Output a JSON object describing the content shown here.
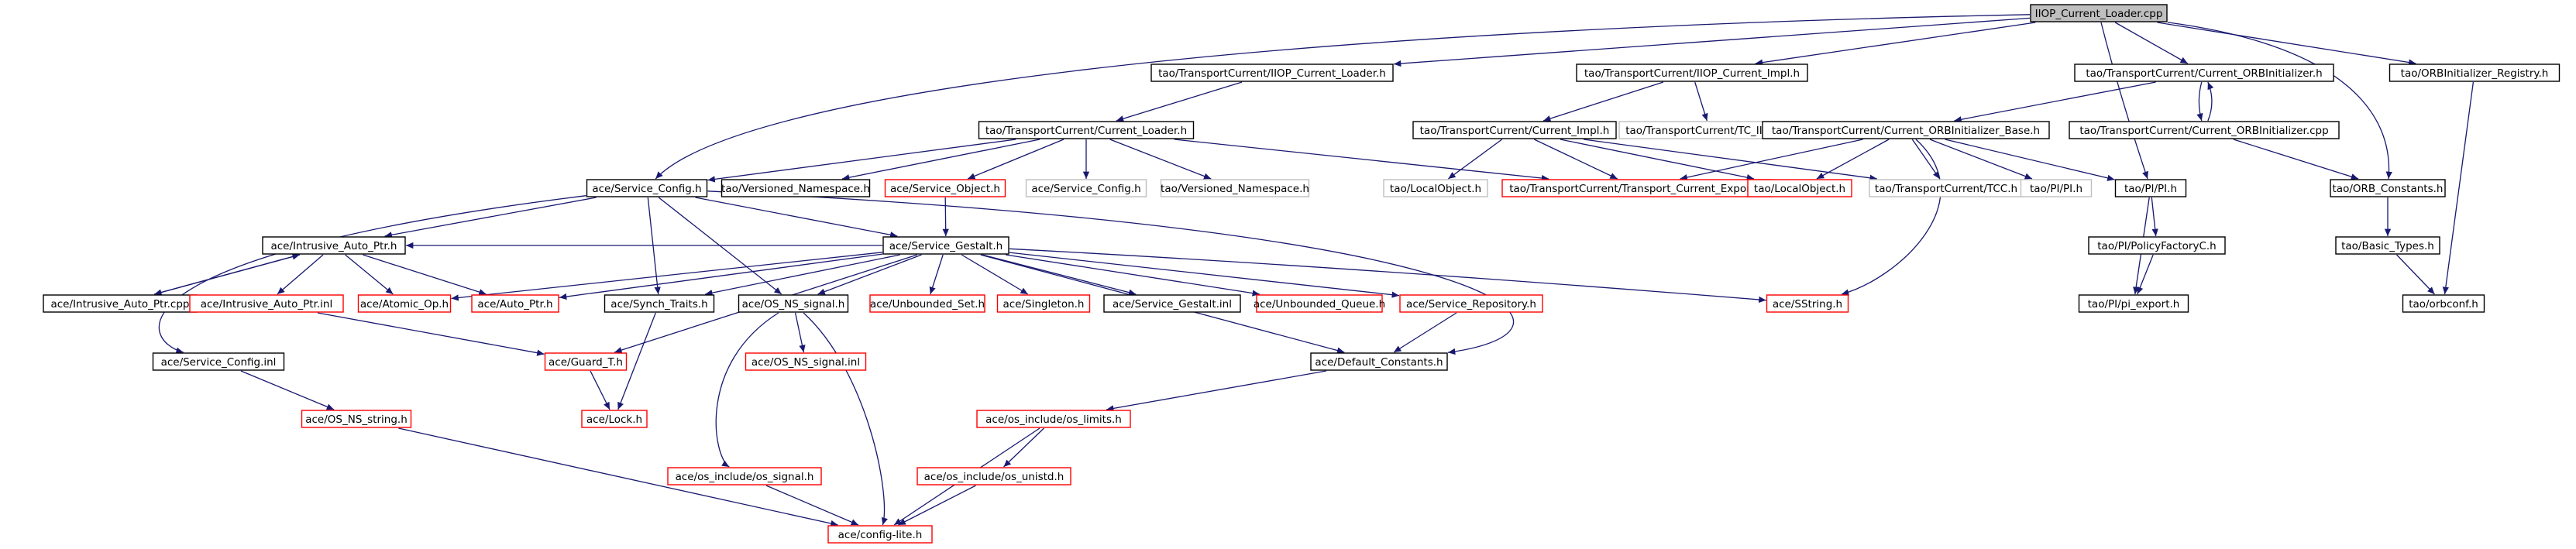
{
  "colors": {
    "edge": "#191970",
    "root_fill": "#bfbfbf",
    "root_border": "#000000",
    "documented_border": "#000000",
    "undocumented_border": "#ff0000",
    "external_border": "#bfbfbf",
    "label": "#000000"
  },
  "nodes": [
    {
      "id": "root",
      "label": "IIOP_Current_Loader.cpp",
      "style": "root"
    },
    {
      "id": "tc_iiop_loader_h",
      "label": "tao/TransportCurrent/IIOP_Current_Loader.h",
      "style": "documented"
    },
    {
      "id": "tc_iiop_impl_h",
      "label": "tao/TransportCurrent/IIOP_Current_Impl.h",
      "style": "documented"
    },
    {
      "id": "tc_orbinit_h",
      "label": "tao/TransportCurrent/Current_ORBInitializer.h",
      "style": "documented"
    },
    {
      "id": "orbinit_registry_h",
      "label": "tao/ORBInitializer_Registry.h",
      "style": "documented"
    },
    {
      "id": "tc_current_loader_h",
      "label": "tao/TransportCurrent/Current_Loader.h",
      "style": "documented"
    },
    {
      "id": "tc_current_impl_h",
      "label": "tao/TransportCurrent/Current_Impl.h",
      "style": "documented"
    },
    {
      "id": "tc_iiopc_h",
      "label": "tao/TransportCurrent/TC_IIOPC.h",
      "style": "external"
    },
    {
      "id": "tc_orbinit_base_h",
      "label": "tao/TransportCurrent/Current_ORBInitializer_Base.h",
      "style": "documented"
    },
    {
      "id": "tc_orbinit_cpp",
      "label": "tao/TransportCurrent/Current_ORBInitializer.cpp",
      "style": "documented"
    },
    {
      "id": "service_config_h",
      "label": "ace/Service_Config.h",
      "style": "documented"
    },
    {
      "id": "tao_versioned_ns_h",
      "label": "tao/Versioned_Namespace.h",
      "style": "documented"
    },
    {
      "id": "service_object_h",
      "label": "ace/Service_Object.h",
      "style": "undocumented"
    },
    {
      "id": "service_config_h2",
      "label": "ace/Service_Config.h",
      "style": "external"
    },
    {
      "id": "tao_versioned_ns_h2",
      "label": "tao/Versioned_Namespace.h",
      "style": "external"
    },
    {
      "id": "tao_localobject_h",
      "label": "tao/LocalObject.h",
      "style": "external"
    },
    {
      "id": "tc_transport_export_h",
      "label": "tao/TransportCurrent/Transport_Current_Export.h",
      "style": "undocumented"
    },
    {
      "id": "localobject_h",
      "label": "tao/LocalObject.h",
      "style": "undocumented"
    },
    {
      "id": "tc_tcc_h",
      "label": "tao/TransportCurrent/TCC.h",
      "style": "external"
    },
    {
      "id": "pi_pi_h_ext",
      "label": "tao/PI/PI.h",
      "style": "external"
    },
    {
      "id": "pi_pi_h",
      "label": "tao/PI/PI.h",
      "style": "documented"
    },
    {
      "id": "orb_constants_h",
      "label": "tao/ORB_Constants.h",
      "style": "documented"
    },
    {
      "id": "intrusive_auto_ptr_h",
      "label": "ace/Intrusive_Auto_Ptr.h",
      "style": "documented"
    },
    {
      "id": "service_gestalt_h",
      "label": "ace/Service_Gestalt.h",
      "style": "documented"
    },
    {
      "id": "pi_policyfactoryc_h",
      "label": "tao/PI/PolicyFactoryC.h",
      "style": "documented"
    },
    {
      "id": "basic_types_h",
      "label": "tao/Basic_Types.h",
      "style": "documented"
    },
    {
      "id": "intrusive_auto_ptr_cpp",
      "label": "ace/Intrusive_Auto_Ptr.cpp",
      "style": "documented"
    },
    {
      "id": "intrusive_auto_ptr_inl",
      "label": "ace/Intrusive_Auto_Ptr.inl",
      "style": "undocumented"
    },
    {
      "id": "atomic_op_h",
      "label": "ace/Atomic_Op.h",
      "style": "undocumented"
    },
    {
      "id": "auto_ptr_h",
      "label": "ace/Auto_Ptr.h",
      "style": "undocumented"
    },
    {
      "id": "synch_traits_h",
      "label": "ace/Synch_Traits.h",
      "style": "documented"
    },
    {
      "id": "os_ns_signal_h",
      "label": "ace/OS_NS_signal.h",
      "style": "documented"
    },
    {
      "id": "unbounded_set_h",
      "label": "ace/Unbounded_Set.h",
      "style": "undocumented"
    },
    {
      "id": "singleton_h",
      "label": "ace/Singleton.h",
      "style": "undocumented"
    },
    {
      "id": "service_gestalt_inl",
      "label": "ace/Service_Gestalt.inl",
      "style": "documented"
    },
    {
      "id": "unbounded_queue_h",
      "label": "ace/Unbounded_Queue.h",
      "style": "undocumented"
    },
    {
      "id": "service_repository_h",
      "label": "ace/Service_Repository.h",
      "style": "undocumented"
    },
    {
      "id": "sstring_h",
      "label": "ace/SString.h",
      "style": "undocumented"
    },
    {
      "id": "pi_pi_export_h",
      "label": "tao/PI/pi_export.h",
      "style": "documented"
    },
    {
      "id": "orbconf_h",
      "label": "tao/orbconf.h",
      "style": "documented"
    },
    {
      "id": "service_config_inl",
      "label": "ace/Service_Config.inl",
      "style": "documented"
    },
    {
      "id": "guard_t_h",
      "label": "ace/Guard_T.h",
      "style": "undocumented"
    },
    {
      "id": "os_ns_signal_inl",
      "label": "ace/OS_NS_signal.inl",
      "style": "undocumented"
    },
    {
      "id": "default_constants_h",
      "label": "ace/Default_Constants.h",
      "style": "documented"
    },
    {
      "id": "os_ns_string_h",
      "label": "ace/OS_NS_string.h",
      "style": "undocumented"
    },
    {
      "id": "lock_h",
      "label": "ace/Lock.h",
      "style": "undocumented"
    },
    {
      "id": "os_limits_h",
      "label": "ace/os_include/os_limits.h",
      "style": "undocumented"
    },
    {
      "id": "os_signal_h",
      "label": "ace/os_include/os_signal.h",
      "style": "undocumented"
    },
    {
      "id": "os_unistd_h",
      "label": "ace/os_include/os_unistd.h",
      "style": "undocumented"
    },
    {
      "id": "config_lite_h",
      "label": "ace/config-lite.h",
      "style": "undocumented"
    }
  ],
  "edges": [
    {
      "from": "root",
      "to": "tc_iiop_loader_h"
    },
    {
      "from": "root",
      "to": "tc_iiop_impl_h"
    },
    {
      "from": "root",
      "to": "tc_orbinit_h"
    },
    {
      "from": "root",
      "to": "orbinit_registry_h"
    },
    {
      "from": "root",
      "to": "service_config_h"
    },
    {
      "from": "root",
      "to": "pi_pi_h"
    },
    {
      "from": "root",
      "to": "orb_constants_h"
    },
    {
      "from": "tc_iiop_loader_h",
      "to": "tc_current_loader_h"
    },
    {
      "from": "tc_iiop_impl_h",
      "to": "tc_current_impl_h"
    },
    {
      "from": "tc_iiop_impl_h",
      "to": "tc_iiopc_h"
    },
    {
      "from": "tc_orbinit_h",
      "to": "tc_orbinit_base_h"
    },
    {
      "from": "tc_orbinit_h",
      "to": "tc_orbinit_cpp"
    },
    {
      "from": "tc_orbinit_cpp",
      "to": "tc_orbinit_h"
    },
    {
      "from": "tc_orbinit_cpp",
      "to": "orb_constants_h"
    },
    {
      "from": "orbinit_registry_h",
      "to": "orbconf_h"
    },
    {
      "from": "tc_current_loader_h",
      "to": "service_config_h"
    },
    {
      "from": "tc_current_loader_h",
      "to": "tao_versioned_ns_h"
    },
    {
      "from": "tc_current_loader_h",
      "to": "service_object_h"
    },
    {
      "from": "tc_current_loader_h",
      "to": "service_config_h2"
    },
    {
      "from": "tc_current_loader_h",
      "to": "tao_versioned_ns_h2"
    },
    {
      "from": "tc_current_loader_h",
      "to": "tc_transport_export_h"
    },
    {
      "from": "tc_current_impl_h",
      "to": "tao_localobject_h"
    },
    {
      "from": "tc_current_impl_h",
      "to": "localobject_h"
    },
    {
      "from": "tc_current_impl_h",
      "to": "tc_transport_export_h"
    },
    {
      "from": "tc_current_impl_h",
      "to": "tc_tcc_h"
    },
    {
      "from": "tc_orbinit_base_h",
      "to": "tc_transport_export_h"
    },
    {
      "from": "tc_orbinit_base_h",
      "to": "localobject_h"
    },
    {
      "from": "tc_orbinit_base_h",
      "to": "tc_tcc_h"
    },
    {
      "from": "tc_orbinit_base_h",
      "to": "pi_pi_h_ext"
    },
    {
      "from": "tc_orbinit_base_h",
      "to": "pi_pi_h"
    },
    {
      "from": "tc_orbinit_base_h",
      "to": "sstring_h"
    },
    {
      "from": "service_object_h",
      "to": "service_gestalt_h"
    },
    {
      "from": "service_config_h",
      "to": "intrusive_auto_ptr_h"
    },
    {
      "from": "service_config_h",
      "to": "service_gestalt_h"
    },
    {
      "from": "service_config_h",
      "to": "synch_traits_h"
    },
    {
      "from": "service_config_h",
      "to": "os_ns_signal_h"
    },
    {
      "from": "service_config_h",
      "to": "service_config_inl"
    },
    {
      "from": "service_config_h",
      "to": "default_constants_h"
    },
    {
      "from": "pi_pi_h",
      "to": "pi_policyfactoryc_h"
    },
    {
      "from": "pi_pi_h",
      "to": "pi_pi_export_h"
    },
    {
      "from": "pi_policyfactoryc_h",
      "to": "pi_pi_export_h"
    },
    {
      "from": "orb_constants_h",
      "to": "basic_types_h"
    },
    {
      "from": "basic_types_h",
      "to": "orbconf_h"
    },
    {
      "from": "intrusive_auto_ptr_h",
      "to": "intrusive_auto_ptr_cpp"
    },
    {
      "from": "intrusive_auto_ptr_cpp",
      "to": "intrusive_auto_ptr_h"
    },
    {
      "from": "intrusive_auto_ptr_h",
      "to": "intrusive_auto_ptr_inl"
    },
    {
      "from": "intrusive_auto_ptr_h",
      "to": "atomic_op_h"
    },
    {
      "from": "intrusive_auto_ptr_h",
      "to": "auto_ptr_h"
    },
    {
      "from": "intrusive_auto_ptr_inl",
      "to": "guard_t_h"
    },
    {
      "from": "service_gestalt_h",
      "to": "intrusive_auto_ptr_h"
    },
    {
      "from": "service_gestalt_h",
      "to": "atomic_op_h"
    },
    {
      "from": "service_gestalt_h",
      "to": "auto_ptr_h"
    },
    {
      "from": "service_gestalt_h",
      "to": "synch_traits_h"
    },
    {
      "from": "service_gestalt_h",
      "to": "os_ns_signal_h"
    },
    {
      "from": "service_gestalt_h",
      "to": "unbounded_set_h"
    },
    {
      "from": "service_gestalt_h",
      "to": "singleton_h"
    },
    {
      "from": "service_gestalt_h",
      "to": "service_gestalt_inl"
    },
    {
      "from": "service_gestalt_h",
      "to": "unbounded_queue_h"
    },
    {
      "from": "service_gestalt_h",
      "to": "service_repository_h"
    },
    {
      "from": "service_gestalt_h",
      "to": "sstring_h"
    },
    {
      "from": "service_gestalt_h",
      "to": "guard_t_h"
    },
    {
      "from": "service_gestalt_h",
      "to": "default_constants_h"
    },
    {
      "from": "service_repository_h",
      "to": "default_constants_h"
    },
    {
      "from": "synch_traits_h",
      "to": "lock_h"
    },
    {
      "from": "guard_t_h",
      "to": "lock_h"
    },
    {
      "from": "os_ns_signal_h",
      "to": "os_ns_signal_inl"
    },
    {
      "from": "os_ns_signal_h",
      "to": "os_signal_h"
    },
    {
      "from": "os_ns_signal_h",
      "to": "config_lite_h"
    },
    {
      "from": "service_config_inl",
      "to": "os_ns_string_h"
    },
    {
      "from": "os_ns_string_h",
      "to": "config_lite_h"
    },
    {
      "from": "default_constants_h",
      "to": "os_limits_h"
    },
    {
      "from": "os_limits_h",
      "to": "os_unistd_h"
    },
    {
      "from": "os_limits_h",
      "to": "config_lite_h"
    },
    {
      "from": "os_unistd_h",
      "to": "config_lite_h"
    },
    {
      "from": "os_signal_h",
      "to": "config_lite_h"
    }
  ]
}
